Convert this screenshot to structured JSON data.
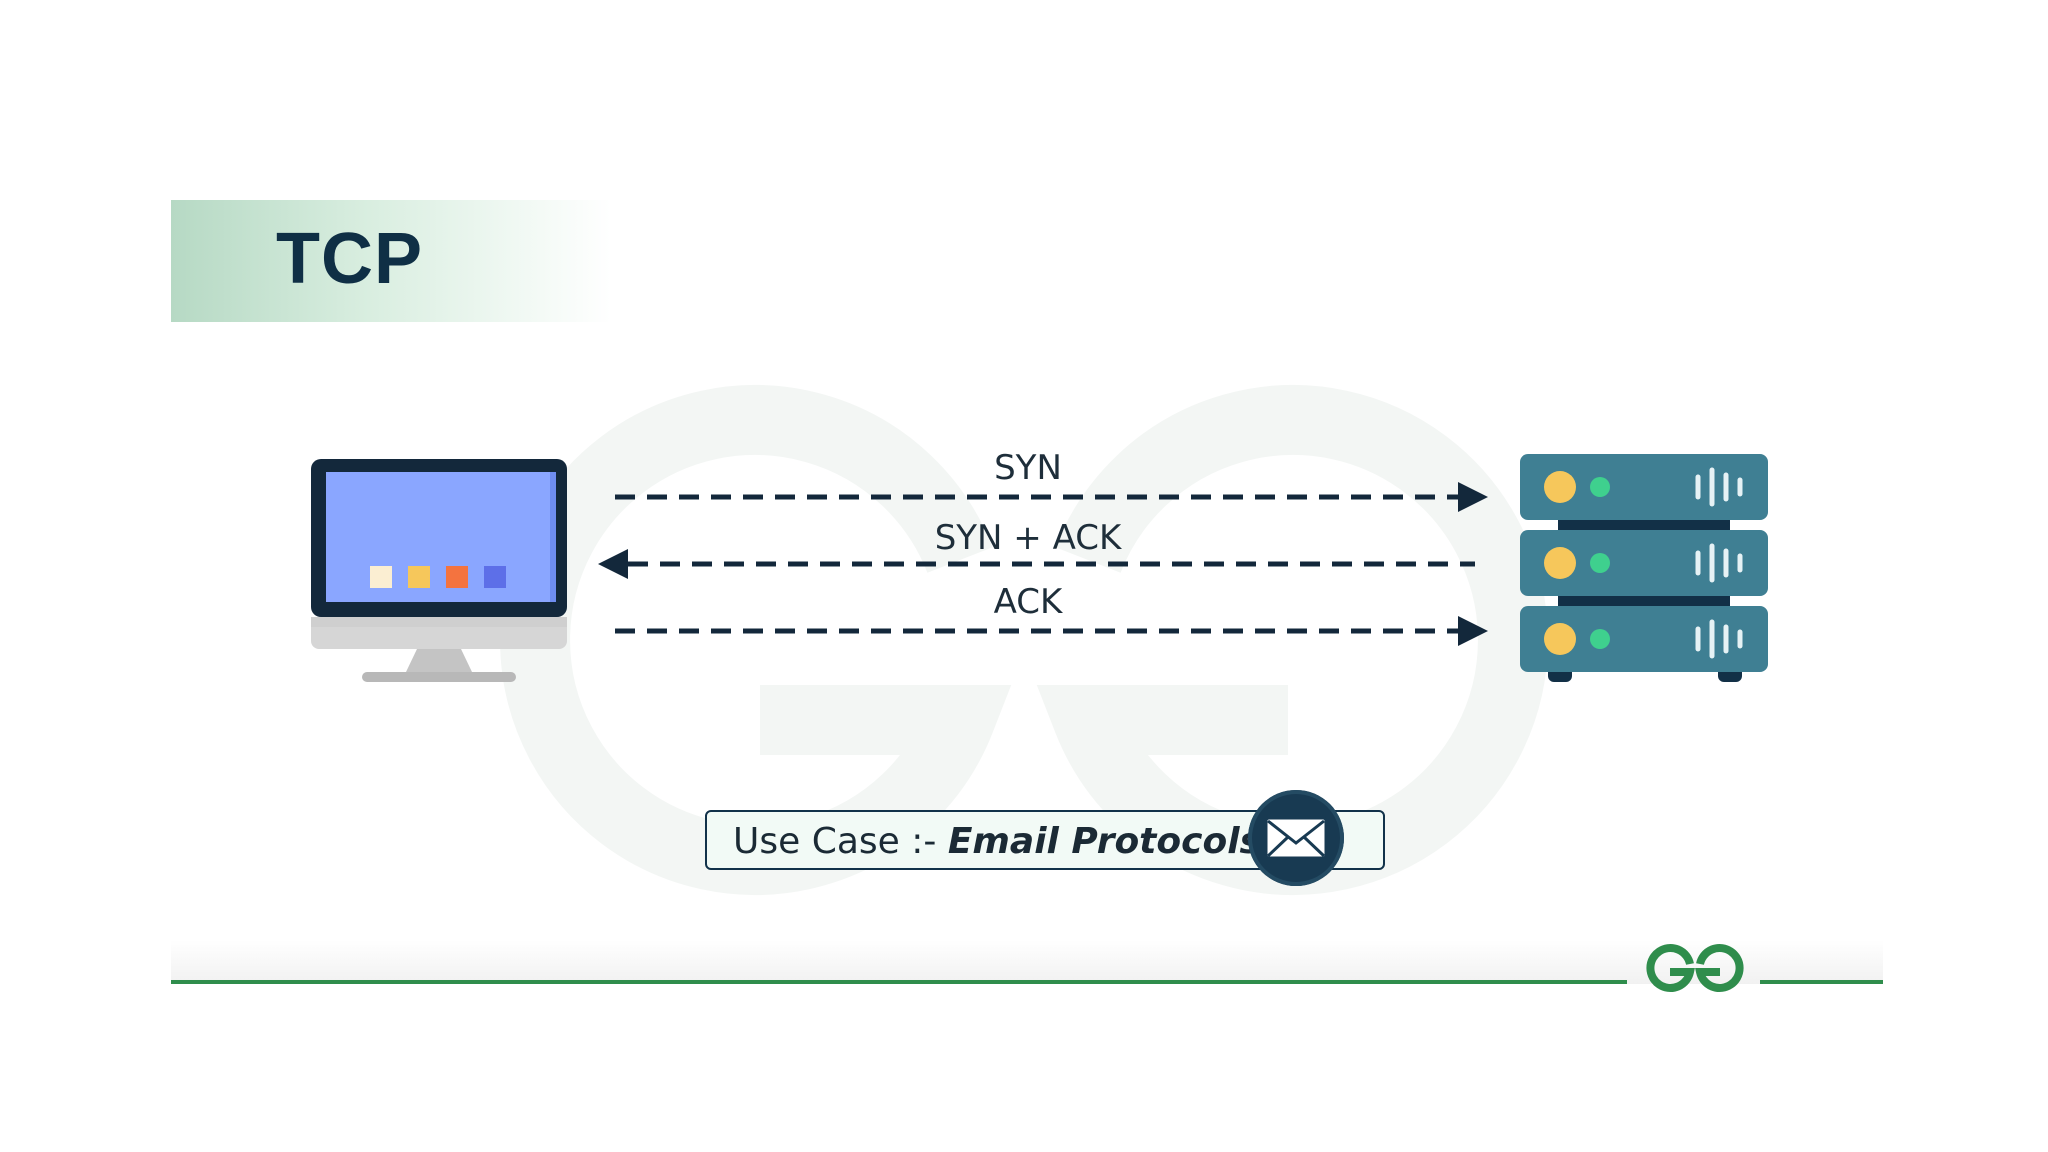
{
  "title": "TCP",
  "messages": [
    {
      "label": "SYN",
      "direction": "client-to-server"
    },
    {
      "label": "SYN + ACK",
      "direction": "server-to-client"
    },
    {
      "label": "ACK",
      "direction": "client-to-server"
    }
  ],
  "use_case": {
    "prefix": "Use Case :- ",
    "value": "Email Protocols",
    "icon": "envelope-icon"
  },
  "nodes": {
    "client": {
      "icon": "desktop-computer-icon"
    },
    "server": {
      "icon": "server-rack-icon"
    }
  },
  "logo": {
    "icon": "geeksforgeeks-logo"
  },
  "colors": {
    "accent_green": "#2f8d4c",
    "navy": "#0f2f45",
    "server": "#3f7f93",
    "screen": "#8aa6ff"
  }
}
